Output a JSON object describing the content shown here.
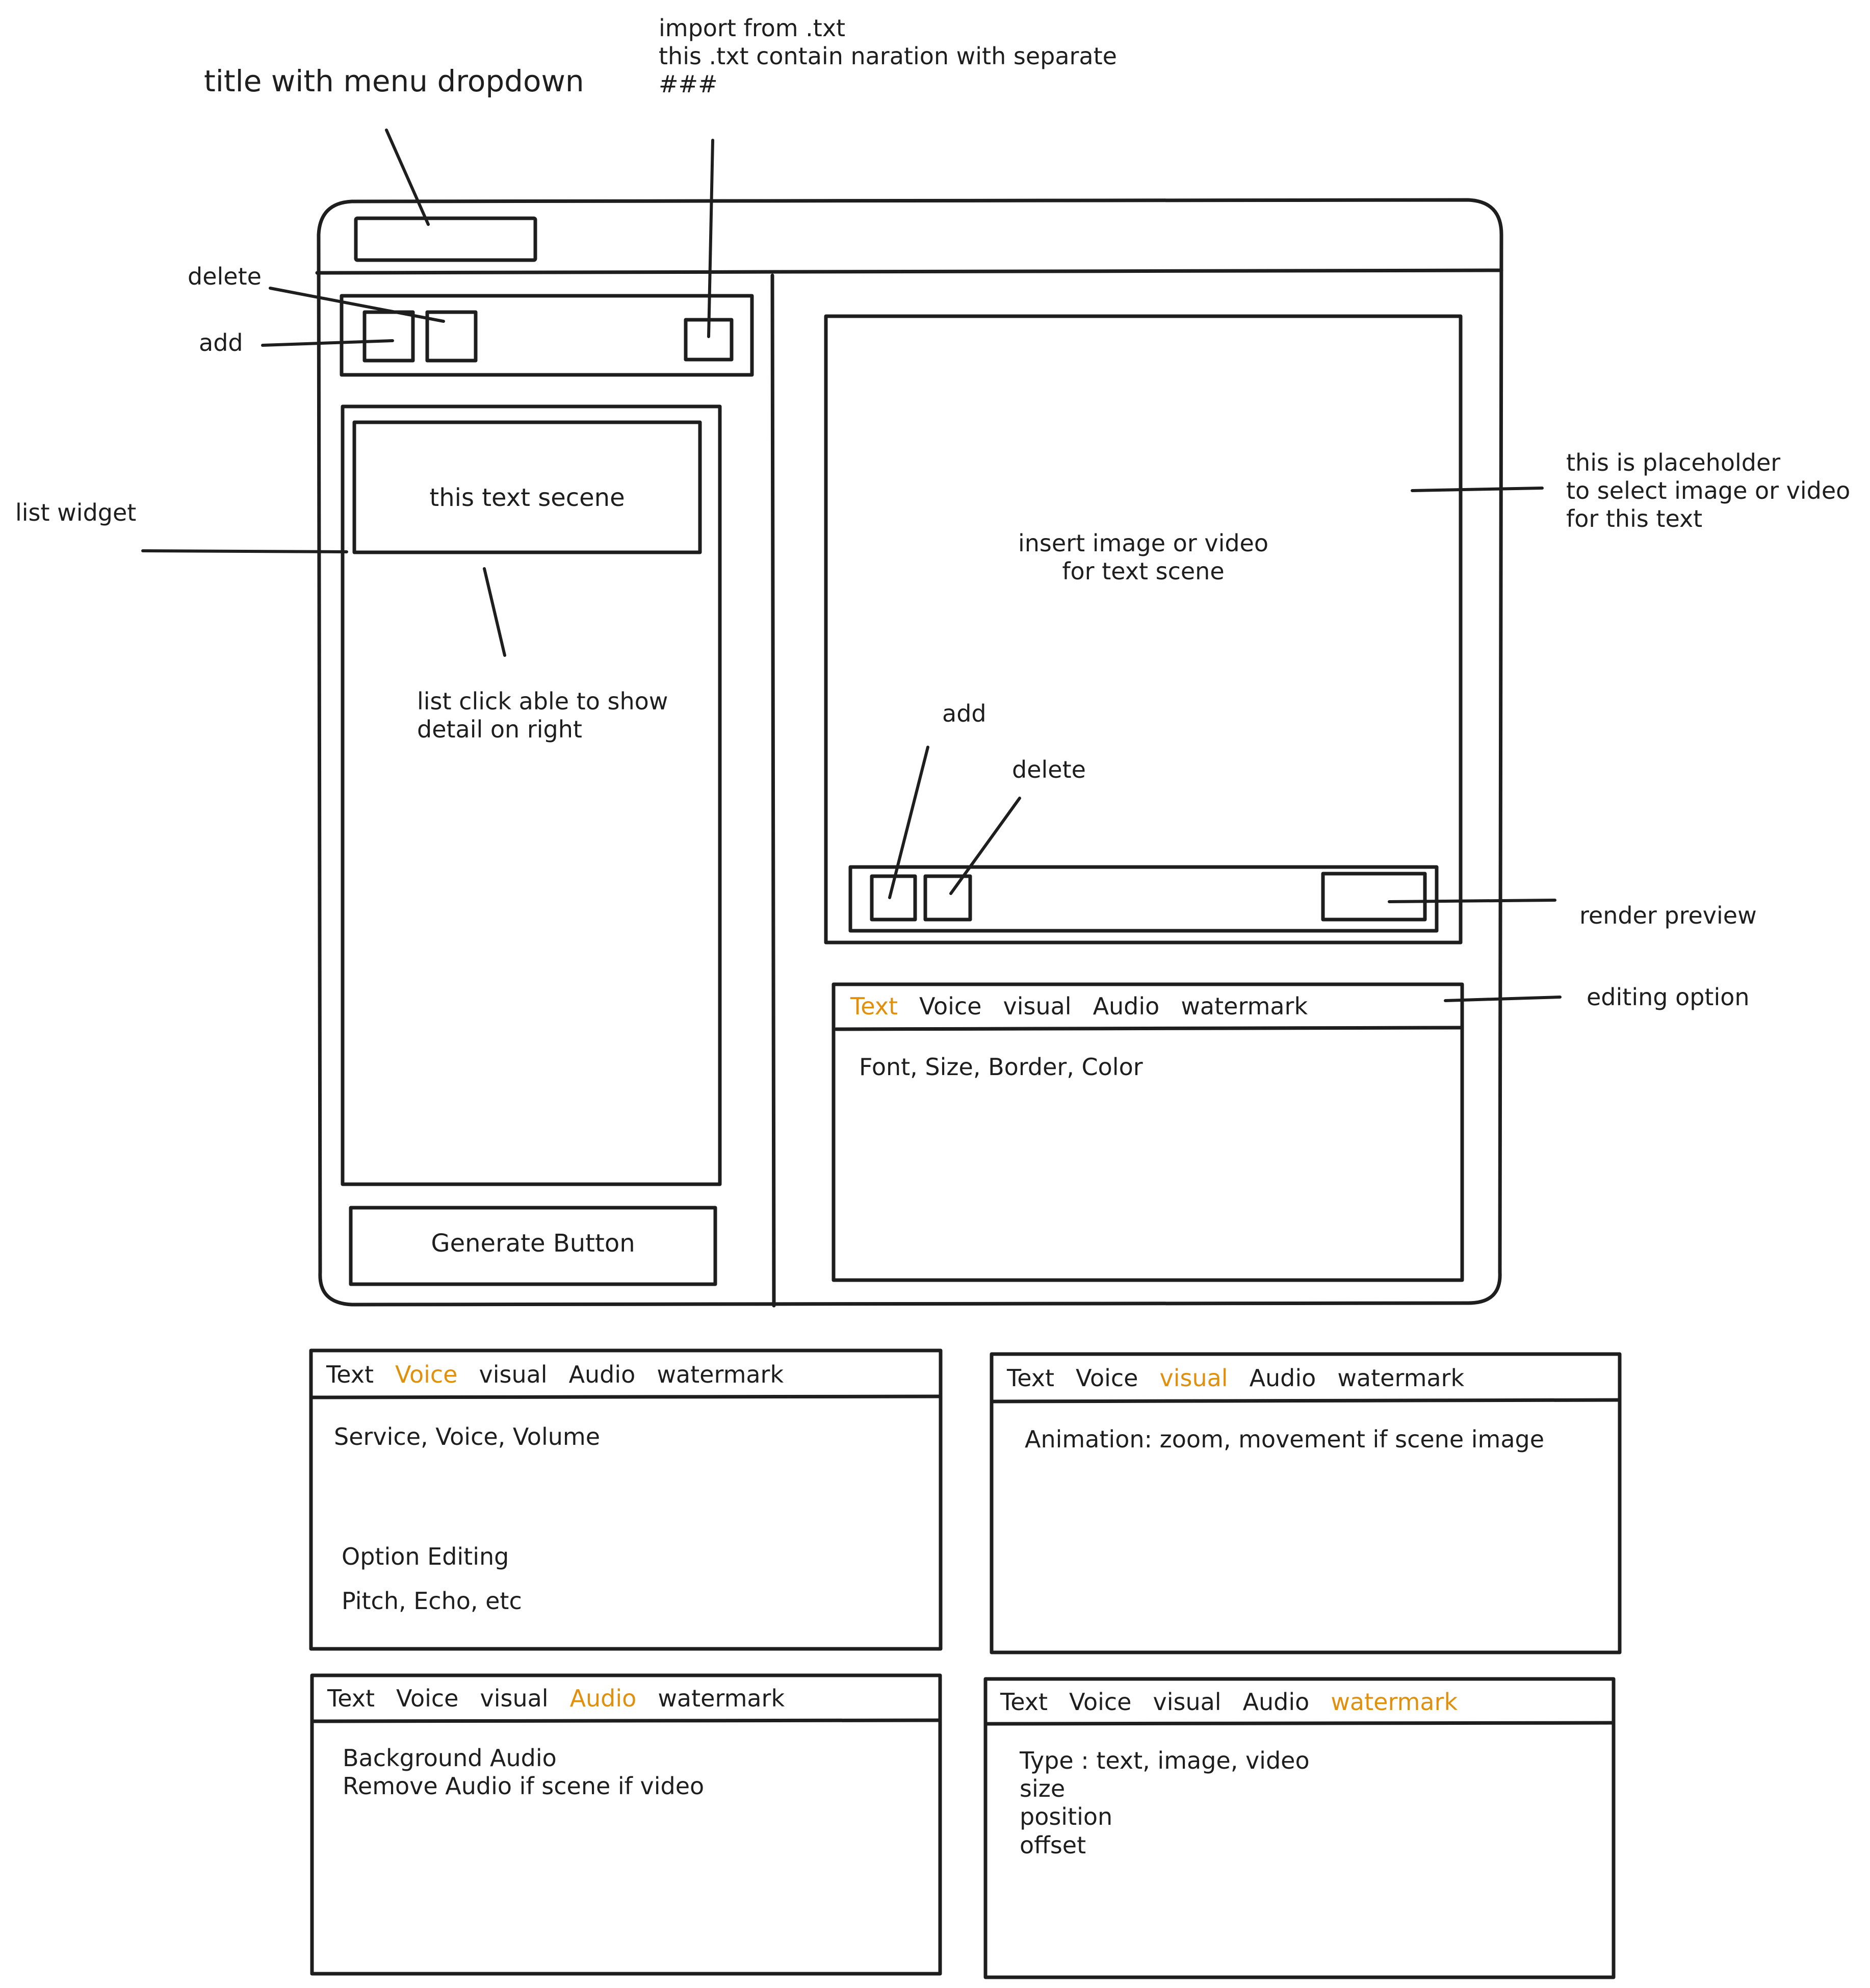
{
  "annotations": {
    "title_menu": "title with menu dropdown",
    "import_note": [
      "import from .txt",
      "this .txt contain naration with separate",
      "###"
    ],
    "delete_top": "delete",
    "add_top": "add",
    "list_widget": "list widget",
    "list_click": [
      "list click able to show",
      "detail on right"
    ],
    "placeholder_note": [
      "this is placeholder",
      "to select image or video",
      "for this text"
    ],
    "add_media": "add",
    "delete_media": "delete",
    "render_preview": "render preview",
    "editing_option": "editing option"
  },
  "main": {
    "scene_item": "this text secene",
    "media_placeholder": [
      "insert image or video",
      "for text scene"
    ],
    "generate_button": "Generate Button"
  },
  "tab_labels": [
    "Text",
    "Voice",
    "visual",
    "Audio",
    "watermark"
  ],
  "accent_color": "#e0900c",
  "panels": {
    "text": {
      "active": "Text",
      "lines": [
        "Font, Size, Border, Color"
      ]
    },
    "voice": {
      "active": "Voice",
      "lines": [
        "Service, Voice, Volume",
        "Option Editing",
        "Pitch, Echo, etc"
      ]
    },
    "visual": {
      "active": "visual",
      "lines": [
        "Animation: zoom, movement if scene image"
      ]
    },
    "audio": {
      "active": "Audio",
      "lines": [
        "Background Audio",
        "Remove Audio if scene if video"
      ]
    },
    "watermark": {
      "active": "watermark",
      "lines": [
        "Type : text, image, video",
        "size",
        "position",
        "offset"
      ]
    }
  }
}
